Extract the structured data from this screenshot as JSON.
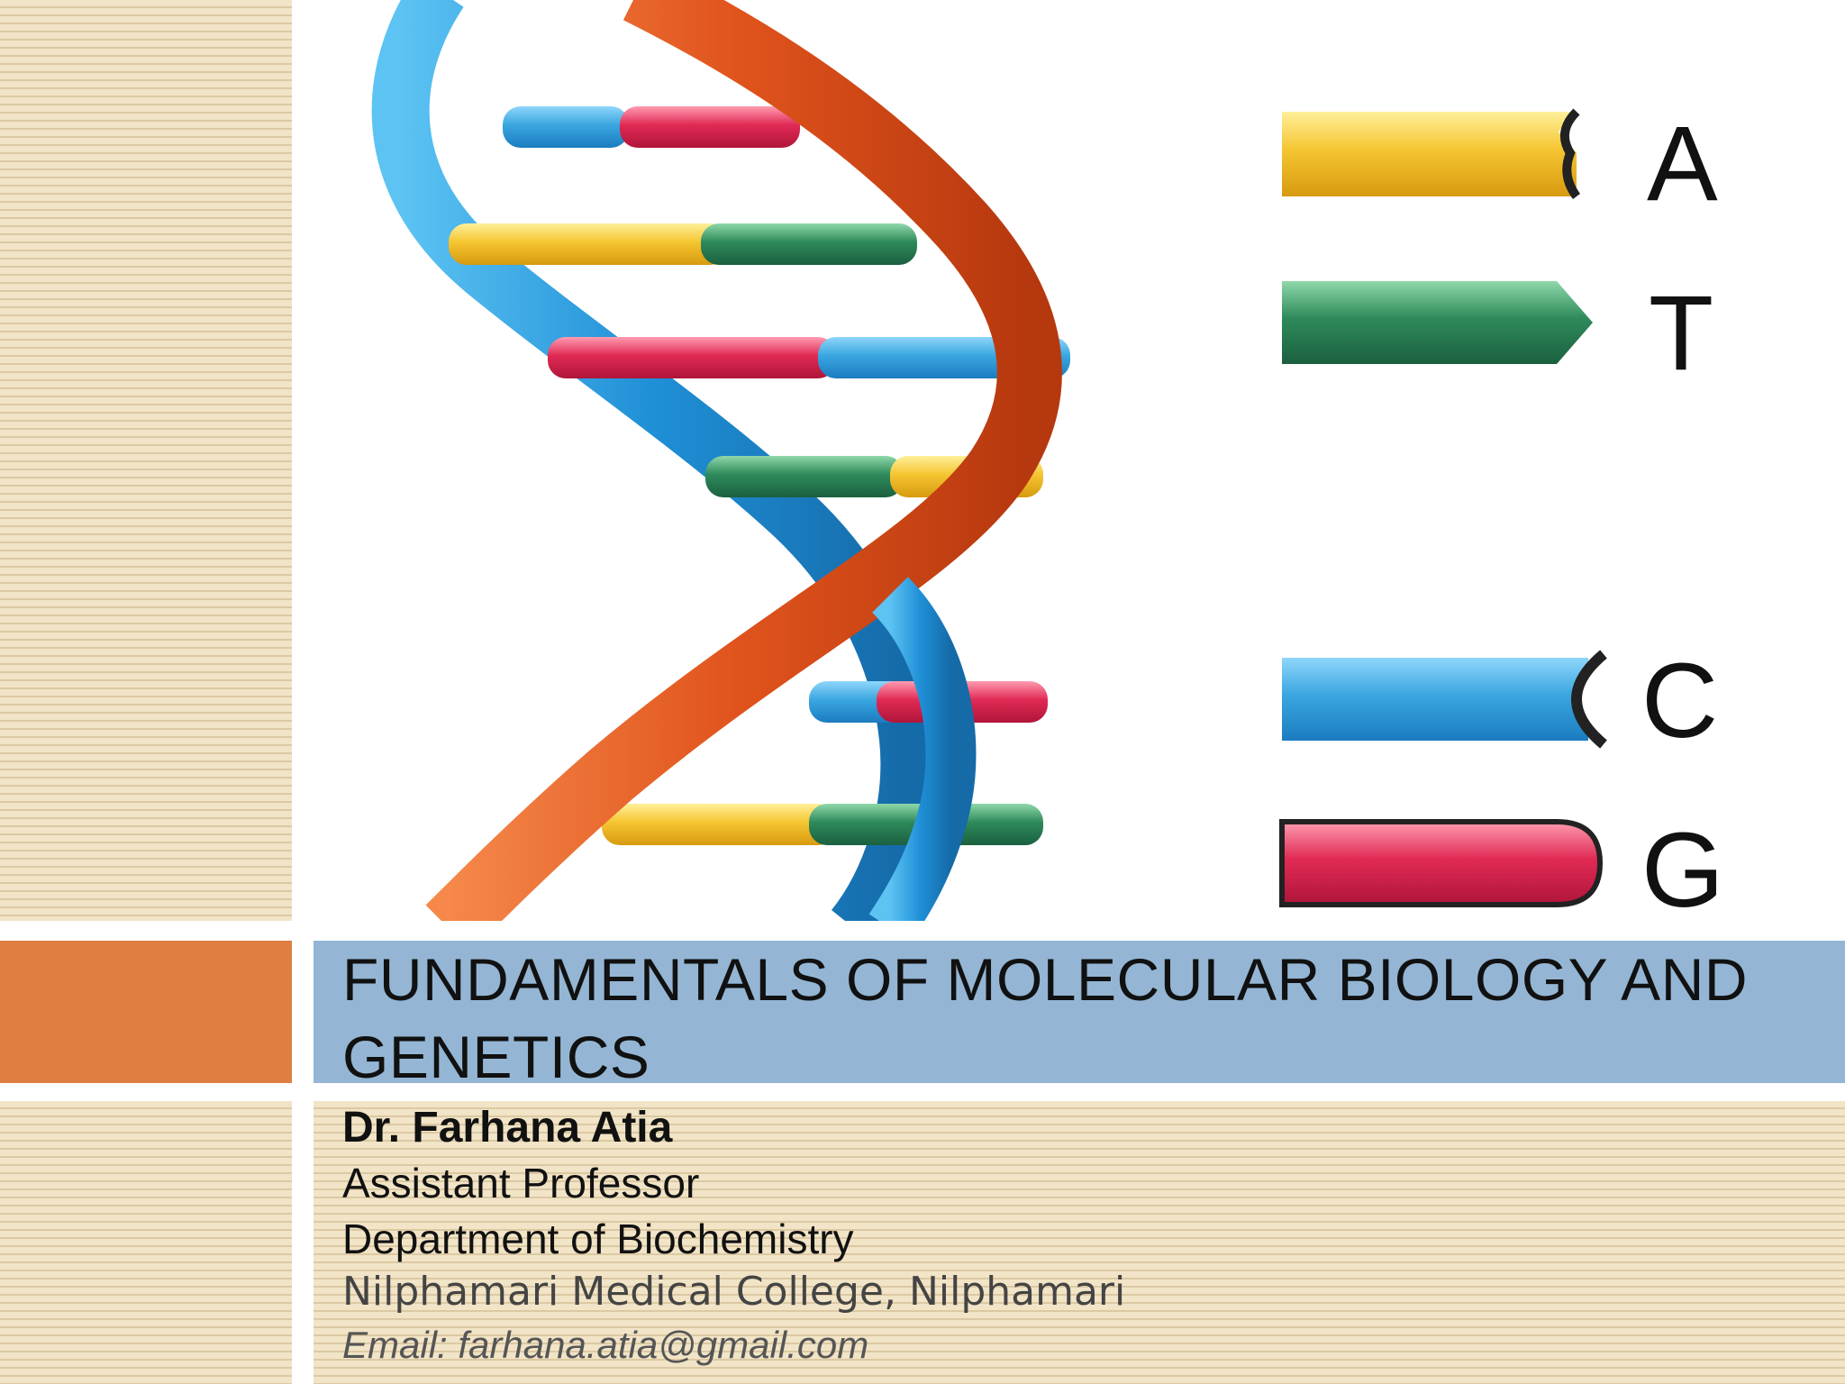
{
  "slide": {
    "title": "FUNDAMENTALS OF MOLECULAR BIOLOGY AND GENETICS",
    "author": {
      "name": "Dr. Farhana Atia",
      "role": "Assistant Professor",
      "department": "Department of Biochemistry",
      "college": "Nilphamari Medical College, Nilphamari",
      "email": "Email: farhana.atia@gmail.com"
    }
  },
  "dna_legend": {
    "bases": [
      "A",
      "T",
      "C",
      "G"
    ],
    "colors": {
      "A": "#f5c531",
      "T": "#2e8a5a",
      "C": "#3aa6e0",
      "G": "#e02a55"
    }
  },
  "colors": {
    "stripe_bg": "#efe1c2",
    "accent_orange": "#df7e41",
    "title_band": "#94b6d4",
    "helix_blue": "#1f8fd6",
    "helix_orange": "#e0531c"
  }
}
